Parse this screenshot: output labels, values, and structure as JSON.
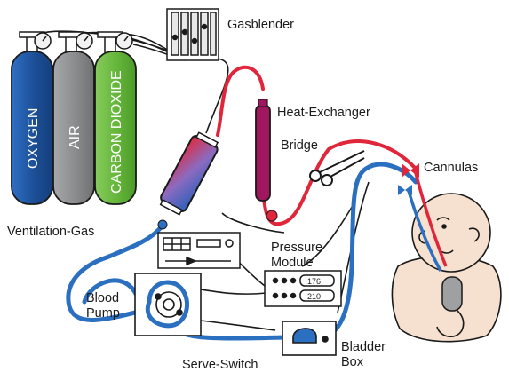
{
  "labels": {
    "gasblender": "Gasblender",
    "heat_exchanger": "Heat-Exchanger",
    "bridge": "Bridge",
    "cannulas": "Cannulas",
    "ventilation_gas": "Ventilation-Gas",
    "pressure_module_1": "Pressure",
    "pressure_module_2": "Module",
    "blood_pump_1": "Blood",
    "blood_pump_2": "Pump",
    "serve_switch": "Serve-Switch",
    "bladder_box_1": "Bladder",
    "bladder_box_2": "Box"
  },
  "tanks": {
    "oxygen": "OXYGEN",
    "air": "AIR",
    "co2": "CARBON DIOXIDE"
  },
  "pressure_values": [
    "176",
    "210"
  ],
  "colors": {
    "oxygen_tank": "#1f5aa6",
    "air_tank": "#8c8d8f",
    "co2_tank": "#6dbb43",
    "arterial_tube": "#e0263a",
    "venous_tube": "#2b6fc0",
    "heat_exchanger": "#a0175f",
    "skin": "#f6e0cf",
    "outline": "#1a1a1a"
  }
}
